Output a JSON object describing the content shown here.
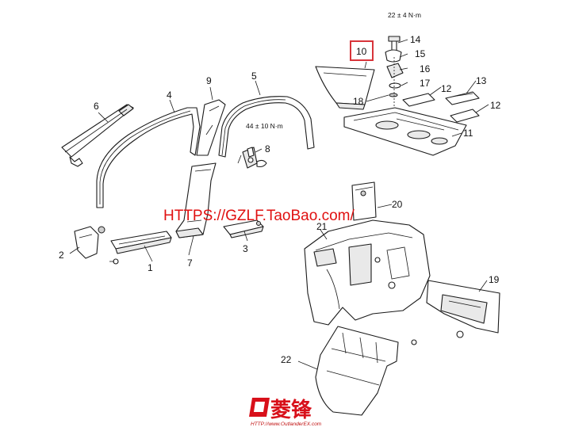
{
  "torque_specs": {
    "top": "22 ± 4 N·m",
    "middle": "44 ± 10 N·m"
  },
  "callouts": {
    "c1": "1",
    "c2": "2",
    "c3": "3",
    "c4": "4",
    "c5": "5",
    "c6": "6",
    "c7": "7",
    "c8": "8",
    "c9": "9",
    "c10": "10",
    "c11": "11",
    "c12a": "12",
    "c12b": "12",
    "c13": "13",
    "c14": "14",
    "c15": "15",
    "c16": "16",
    "c17": "17",
    "c18": "18",
    "c19": "19",
    "c20": "20",
    "c21": "21",
    "c22": "22"
  },
  "highlight_color": "#d8343a",
  "watermark": "HTTPS://GZLF.TaoBao.com/",
  "logo": {
    "name": "菱锋",
    "url": "HTTP://www.OutlanderEX.com"
  }
}
